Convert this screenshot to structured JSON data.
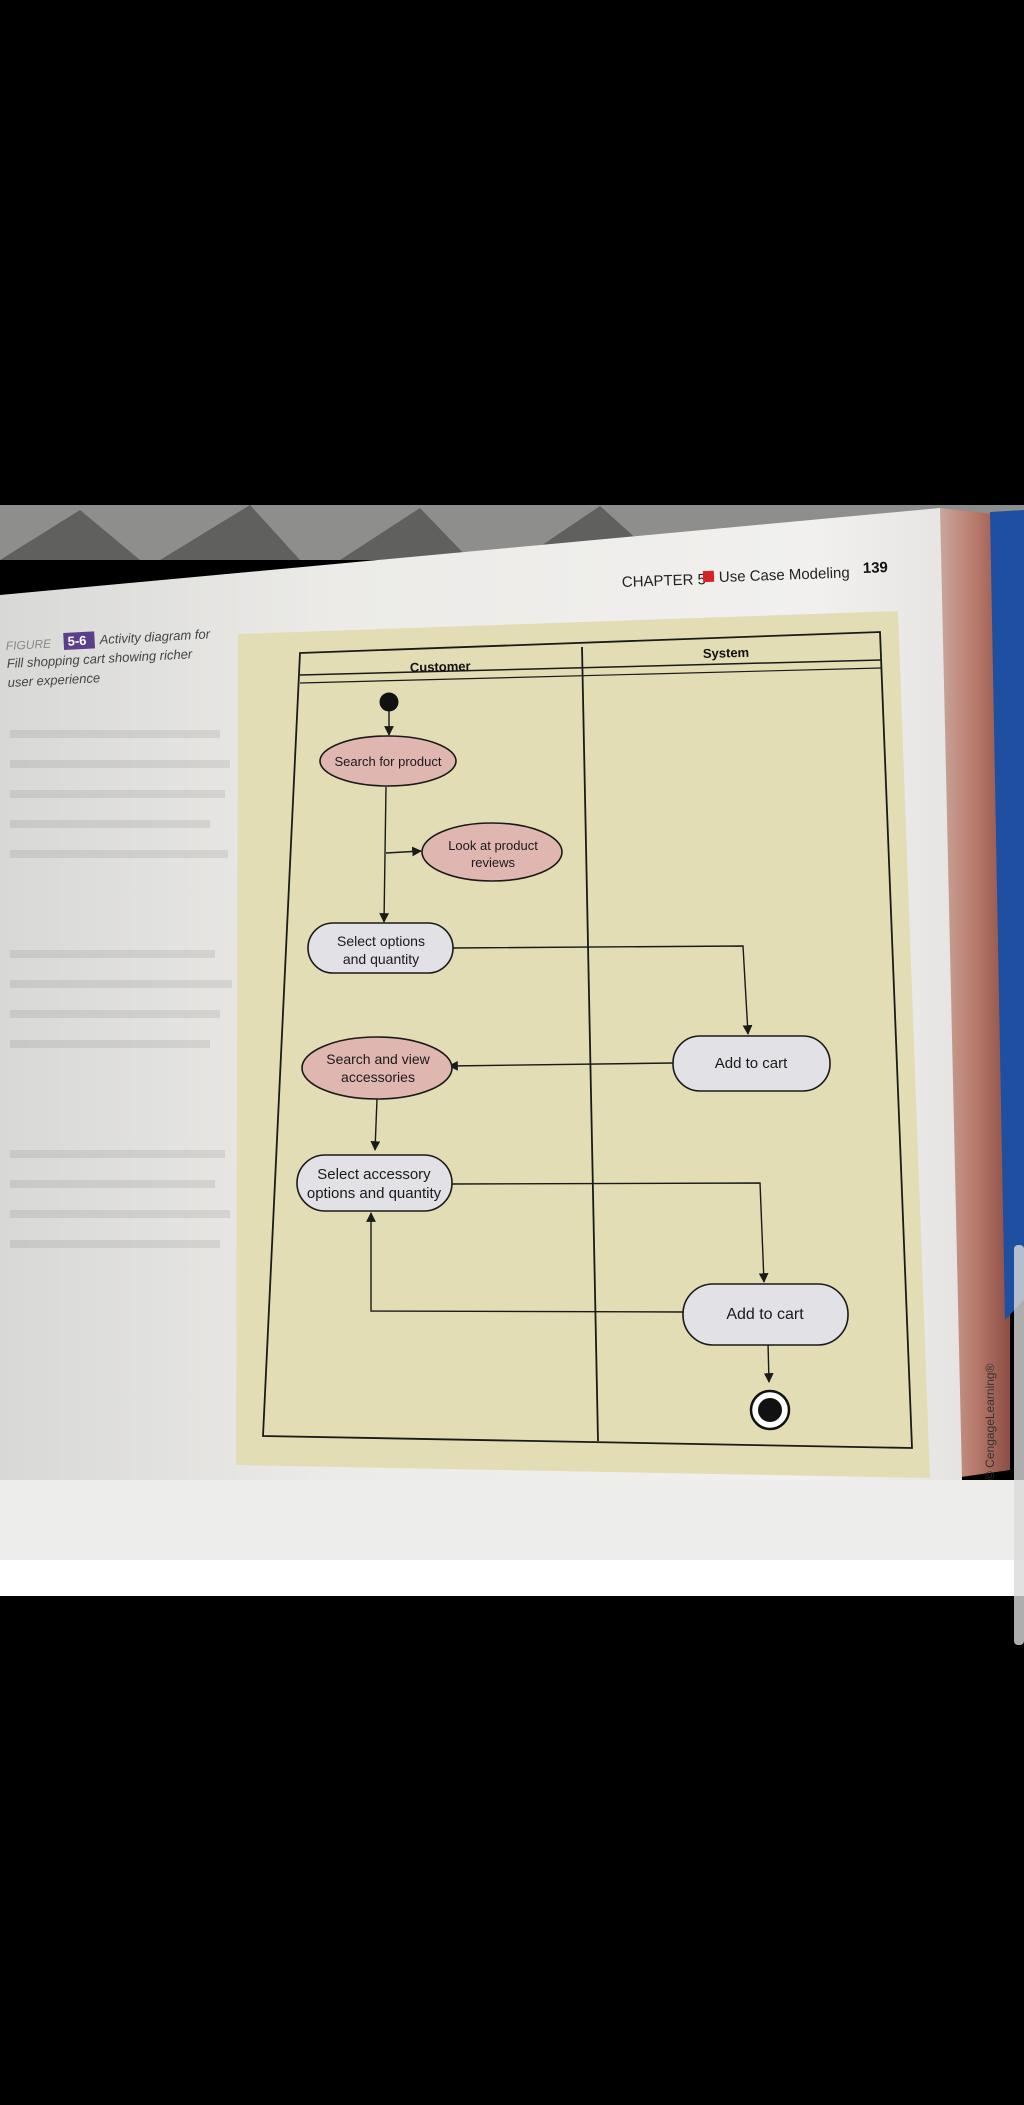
{
  "header": {
    "chapter": "CHAPTER 5",
    "section": "Use Case Modeling",
    "page_number": "139"
  },
  "figure": {
    "label": "FIGURE",
    "number": "5-6",
    "caption_line1": "Activity diagram for",
    "caption_line2": "Fill shopping cart showing richer",
    "caption_line3": "user experience"
  },
  "diagram": {
    "lanes": [
      {
        "name": "Customer"
      },
      {
        "name": "System"
      }
    ],
    "nodes": {
      "search_product": "Search for product",
      "look_reviews_l1": "Look at product",
      "look_reviews_l2": "reviews",
      "select_options_l1": "Select options",
      "select_options_l2": "and quantity",
      "search_accessories_l1": "Search and view",
      "search_accessories_l2": "accessories",
      "add_to_cart_1": "Add to cart",
      "select_accessory_l1": "Select accessory",
      "select_accessory_l2": "options and quantity",
      "add_to_cart_2": "Add to cart"
    }
  },
  "credit": "© CengageLearning®",
  "colors": {
    "diagram_bg": "#e2ddb4",
    "page": "#ecebe8",
    "pink_node": "#e0b6b0",
    "gray_node": "#e2e1e6",
    "figure_badge": "#5b3f8a"
  }
}
